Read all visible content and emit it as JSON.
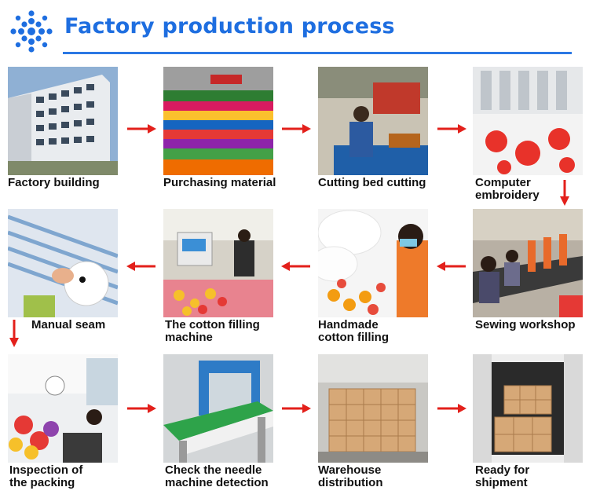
{
  "header": {
    "title": "Factory production process",
    "logo_icon": "snowflake-dot-icon",
    "accent_color": "#1e6ee0"
  },
  "arrow_color": "#e3201b",
  "steps": [
    {
      "label": "Factory building"
    },
    {
      "label": "Purchasing material"
    },
    {
      "label": "Cutting bed cutting"
    },
    {
      "label": "Computer\nembroidery"
    },
    {
      "label": "Sewing workshop"
    },
    {
      "label": "Handmade\ncotton filling"
    },
    {
      "label": "The cotton filling\nmachine"
    },
    {
      "label": "Manual seam"
    },
    {
      "label": "Inspection of\nthe packing"
    },
    {
      "label": "Check the needle\nmachine detection"
    },
    {
      "label": "Warehouse\ndistribution"
    },
    {
      "label": "Ready for\nshipment"
    }
  ]
}
